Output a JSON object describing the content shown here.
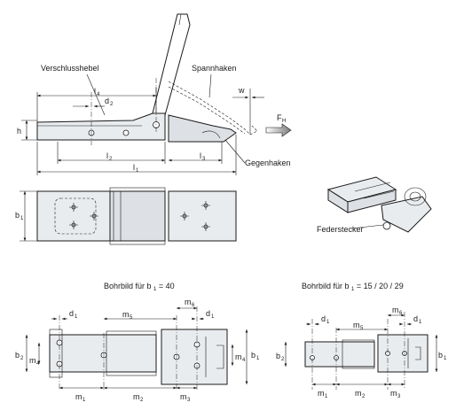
{
  "labels": {
    "verschlusshebel": "Verschlusshebel",
    "spannhaken": "Spannhaken",
    "gegenhaken": "Gegenhaken",
    "federstecker": "Federstecker",
    "bohrbild_40": "Bohrbild für b",
    "bohrbild_40_value": "= 40",
    "bohrbild_small": "Bohrbild für b",
    "bohrbild_small_value": "= 15 / 20 / 29"
  },
  "dimensions": {
    "l": "l",
    "l1_sub": "1",
    "l2_sub": "2",
    "l3_sub": "3",
    "l4_sub": "4",
    "d": "d",
    "d1_sub": "1",
    "d2_sub": "2",
    "h": "h",
    "w": "w",
    "F": "F",
    "F_sub": "H",
    "b": "b",
    "b1_sub": "1",
    "b2_sub": "2",
    "m": "m",
    "m1_sub": "1",
    "m2_sub": "2",
    "m3_sub": "3",
    "m4_sub": "4",
    "m5_sub": "5",
    "m6_sub": "6"
  },
  "colors": {
    "part_fill": "#e9ecef",
    "line": "#1a1a1a",
    "arrow": "#808080"
  }
}
